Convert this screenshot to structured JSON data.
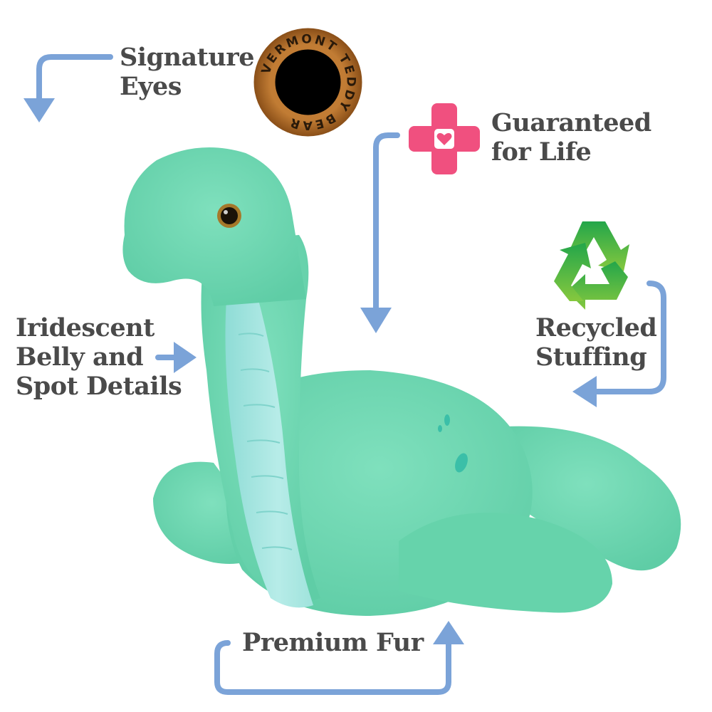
{
  "features": {
    "eyes": {
      "lines": [
        "Signature",
        "Eyes"
      ]
    },
    "guarantee": {
      "lines": [
        "Guaranteed",
        "for Life"
      ]
    },
    "recycled": {
      "lines": [
        "Recycled",
        "Stuffing"
      ]
    },
    "belly": {
      "lines": [
        "Iridescent",
        "Belly and",
        "Spot Details"
      ]
    },
    "fur": {
      "lines": [
        "Premium Fur"
      ]
    }
  },
  "eye_badge": {
    "ring_text": "VERMONT TEDDY BEAR",
    "ring_color": "#b06a26",
    "pupil_color": "#000000"
  },
  "icons": {
    "guarantee": "pink-cross-heart-icon",
    "recycled": "recycle-icon",
    "arrows": "arrow-icon"
  },
  "colors": {
    "text": "#4a4a4a",
    "arrow": "#7ba3d8",
    "cross": "#f0507f",
    "recycle_top": "#2eaa4a",
    "recycle_bottom": "#7cc440",
    "plush": "#6fd6b0",
    "plush_dark": "#4ec79b",
    "belly": "#a9e6e0"
  },
  "product": {
    "name": "plush-sea-serpent"
  }
}
